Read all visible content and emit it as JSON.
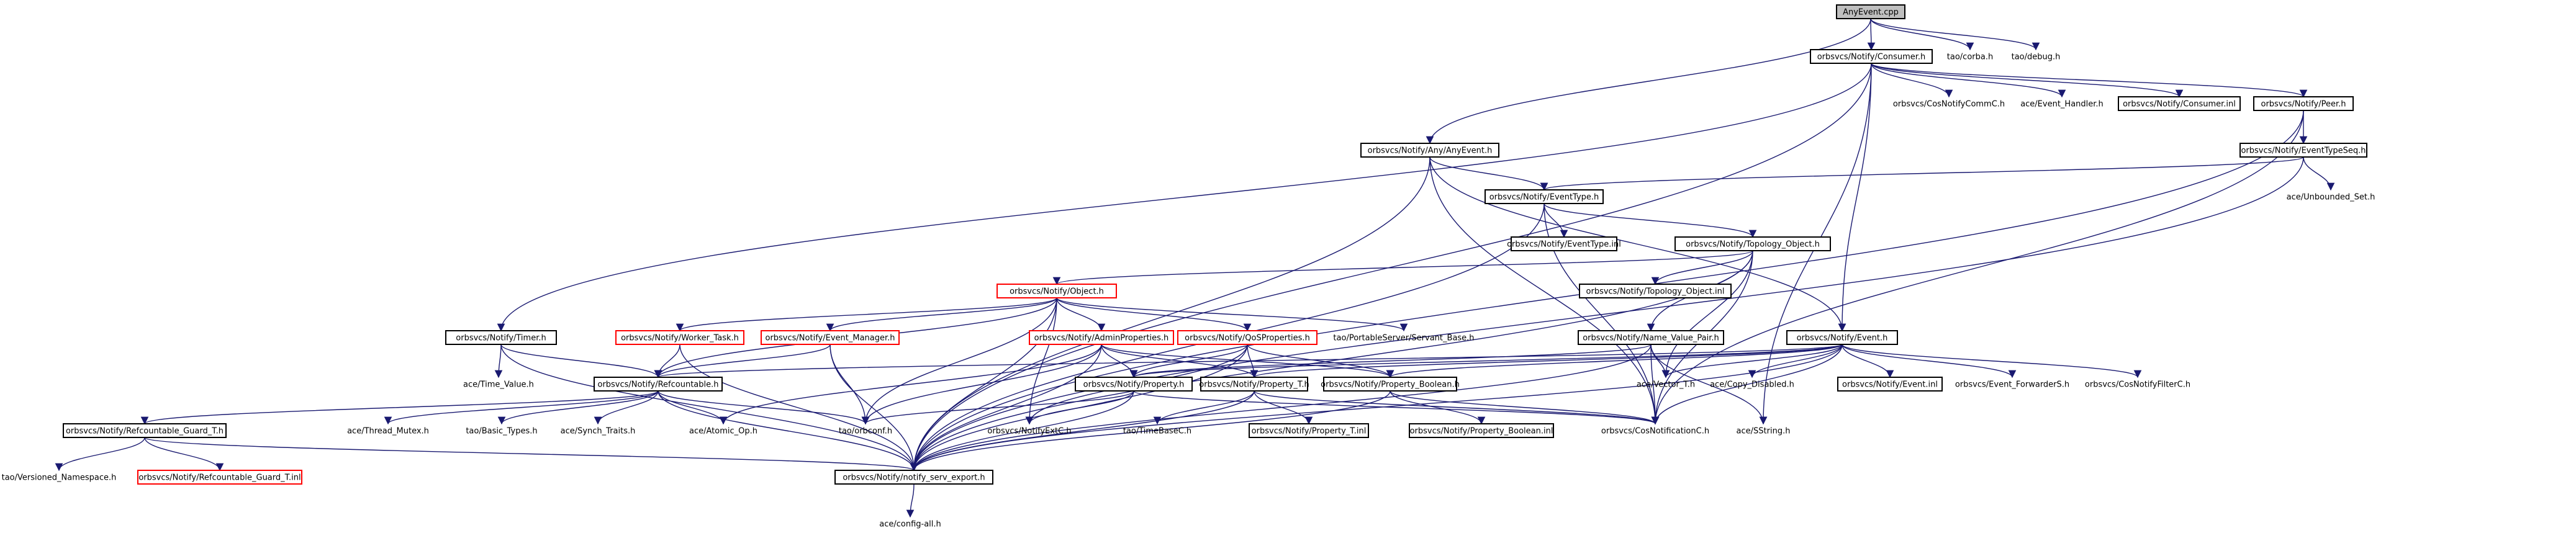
{
  "graph": {
    "colors": {
      "edge": "#191970",
      "root_fill": "#bfbfbf",
      "root_border": "#000000",
      "documented_border": "#000000",
      "incomplete_border": "#ff0000",
      "background": "#ffffff"
    },
    "nodes": [
      {
        "id": "n0",
        "label": "AnyEvent.cpp",
        "style": "root"
      },
      {
        "id": "n1",
        "label": "orbsvcs/Notify/Consumer.h",
        "style": "documented"
      },
      {
        "id": "n2",
        "label": "tao/corba.h",
        "style": "plain"
      },
      {
        "id": "n3",
        "label": "tao/debug.h",
        "style": "plain"
      },
      {
        "id": "n4",
        "label": "orbsvcs/CosNotifyCommC.h",
        "style": "plain"
      },
      {
        "id": "n5",
        "label": "ace/Event_Handler.h",
        "style": "plain"
      },
      {
        "id": "n6",
        "label": "orbsvcs/Notify/Consumer.inl",
        "style": "documented"
      },
      {
        "id": "n7",
        "label": "orbsvcs/Notify/Peer.h",
        "style": "documented"
      },
      {
        "id": "n8",
        "label": "orbsvcs/Notify/Any/AnyEvent.h",
        "style": "documented"
      },
      {
        "id": "n9",
        "label": "orbsvcs/Notify/EventTypeSeq.h",
        "style": "documented"
      },
      {
        "id": "n10",
        "label": "orbsvcs/Notify/EventType.h",
        "style": "documented"
      },
      {
        "id": "n11",
        "label": "ace/Unbounded_Set.h",
        "style": "plain"
      },
      {
        "id": "n12",
        "label": "orbsvcs/Notify/EventType.inl",
        "style": "documented"
      },
      {
        "id": "n13",
        "label": "orbsvcs/Notify/Topology_Object.h",
        "style": "documented"
      },
      {
        "id": "n14",
        "label": "orbsvcs/Notify/Topology_Object.inl",
        "style": "documented"
      },
      {
        "id": "n15",
        "label": "orbsvcs/Notify/Object.h",
        "style": "incomplete"
      },
      {
        "id": "n16",
        "label": "orbsvcs/Notify/Timer.h",
        "style": "documented"
      },
      {
        "id": "n17",
        "label": "orbsvcs/Notify/Worker_Task.h",
        "style": "incomplete"
      },
      {
        "id": "n18",
        "label": "orbsvcs/Notify/Event_Manager.h",
        "style": "incomplete"
      },
      {
        "id": "n19",
        "label": "orbsvcs/Notify/AdminProperties.h",
        "style": "incomplete"
      },
      {
        "id": "n20",
        "label": "orbsvcs/Notify/QoSProperties.h",
        "style": "incomplete"
      },
      {
        "id": "n21",
        "label": "tao/PortableServer/Servant_Base.h",
        "style": "plain"
      },
      {
        "id": "n22",
        "label": "orbsvcs/Notify/Name_Value_Pair.h",
        "style": "documented"
      },
      {
        "id": "n23",
        "label": "orbsvcs/Notify/Event.h",
        "style": "documented"
      },
      {
        "id": "n24",
        "label": "ace/Time_Value.h",
        "style": "plain"
      },
      {
        "id": "n25",
        "label": "orbsvcs/Notify/Refcountable.h",
        "style": "documented"
      },
      {
        "id": "n26",
        "label": "orbsvcs/Notify/Property.h",
        "style": "documented"
      },
      {
        "id": "n27",
        "label": "orbsvcs/Notify/Property_T.h",
        "style": "documented"
      },
      {
        "id": "n28",
        "label": "orbsvcs/Notify/Property_Boolean.h",
        "style": "documented"
      },
      {
        "id": "n29",
        "label": "ace/Vector_T.h",
        "style": "plain"
      },
      {
        "id": "n30",
        "label": "ace/Copy_Disabled.h",
        "style": "plain"
      },
      {
        "id": "n31",
        "label": "orbsvcs/Notify/Event.inl",
        "style": "documented"
      },
      {
        "id": "n32",
        "label": "orbsvcs/Event_ForwarderS.h",
        "style": "plain"
      },
      {
        "id": "n33",
        "label": "orbsvcs/CosNotifyFilterC.h",
        "style": "plain"
      },
      {
        "id": "n34",
        "label": "orbsvcs/Notify/Refcountable_Guard_T.h",
        "style": "documented"
      },
      {
        "id": "n35",
        "label": "ace/Thread_Mutex.h",
        "style": "plain"
      },
      {
        "id": "n36",
        "label": "tao/Basic_Types.h",
        "style": "plain"
      },
      {
        "id": "n37",
        "label": "ace/Synch_Traits.h",
        "style": "plain"
      },
      {
        "id": "n38",
        "label": "ace/Atomic_Op.h",
        "style": "plain"
      },
      {
        "id": "n39",
        "label": "tao/orbconf.h",
        "style": "plain"
      },
      {
        "id": "n40",
        "label": "orbsvcs/NotifyExtC.h",
        "style": "plain"
      },
      {
        "id": "n41",
        "label": "tao/TimeBaseC.h",
        "style": "plain"
      },
      {
        "id": "n42",
        "label": "orbsvcs/Notify/Property_T.inl",
        "style": "documented"
      },
      {
        "id": "n43",
        "label": "orbsvcs/Notify/Property_Boolean.inl",
        "style": "documented"
      },
      {
        "id": "n44",
        "label": "orbsvcs/CosNotificationC.h",
        "style": "plain"
      },
      {
        "id": "n45",
        "label": "ace/SString.h",
        "style": "plain"
      },
      {
        "id": "n46",
        "label": "tao/Versioned_Namespace.h",
        "style": "plain"
      },
      {
        "id": "n47",
        "label": "orbsvcs/Notify/Refcountable_Guard_T.inl",
        "style": "incomplete"
      },
      {
        "id": "n48",
        "label": "orbsvcs/Notify/notify_serv_export.h",
        "style": "documented"
      },
      {
        "id": "n49",
        "label": "ace/config-all.h",
        "style": "plain"
      }
    ],
    "edges": [
      [
        "n0",
        "n1"
      ],
      [
        "n0",
        "n2"
      ],
      [
        "n0",
        "n3"
      ],
      [
        "n0",
        "n8"
      ],
      [
        "n1",
        "n4"
      ],
      [
        "n1",
        "n5"
      ],
      [
        "n1",
        "n6"
      ],
      [
        "n1",
        "n7"
      ],
      [
        "n1",
        "n16"
      ],
      [
        "n1",
        "n23"
      ],
      [
        "n1",
        "n48"
      ],
      [
        "n1",
        "n45"
      ],
      [
        "n7",
        "n9"
      ],
      [
        "n7",
        "n48"
      ],
      [
        "n7",
        "n44"
      ],
      [
        "n8",
        "n10"
      ],
      [
        "n8",
        "n23"
      ],
      [
        "n8",
        "n48"
      ],
      [
        "n8",
        "n44"
      ],
      [
        "n9",
        "n10"
      ],
      [
        "n9",
        "n11"
      ],
      [
        "n9",
        "n48"
      ],
      [
        "n10",
        "n12"
      ],
      [
        "n10",
        "n13"
      ],
      [
        "n10",
        "n44"
      ],
      [
        "n10",
        "n48"
      ],
      [
        "n13",
        "n14"
      ],
      [
        "n13",
        "n15"
      ],
      [
        "n13",
        "n22"
      ],
      [
        "n13",
        "n29"
      ],
      [
        "n13",
        "n44"
      ],
      [
        "n13",
        "n48"
      ],
      [
        "n15",
        "n17"
      ],
      [
        "n15",
        "n18"
      ],
      [
        "n15",
        "n19"
      ],
      [
        "n15",
        "n20"
      ],
      [
        "n15",
        "n21"
      ],
      [
        "n15",
        "n25"
      ],
      [
        "n15",
        "n39"
      ],
      [
        "n15",
        "n40"
      ],
      [
        "n15",
        "n48"
      ],
      [
        "n16",
        "n24"
      ],
      [
        "n16",
        "n25"
      ],
      [
        "n16",
        "n48"
      ],
      [
        "n17",
        "n25"
      ],
      [
        "n17",
        "n48"
      ],
      [
        "n18",
        "n25"
      ],
      [
        "n18",
        "n39"
      ],
      [
        "n18",
        "n48"
      ],
      [
        "n19",
        "n26"
      ],
      [
        "n19",
        "n27"
      ],
      [
        "n19",
        "n28"
      ],
      [
        "n19",
        "n38"
      ],
      [
        "n19",
        "n39"
      ],
      [
        "n19",
        "n48"
      ],
      [
        "n20",
        "n26"
      ],
      [
        "n20",
        "n27"
      ],
      [
        "n20",
        "n28"
      ],
      [
        "n20",
        "n40"
      ],
      [
        "n20",
        "n48"
      ],
      [
        "n22",
        "n26"
      ],
      [
        "n22",
        "n29"
      ],
      [
        "n22",
        "n44"
      ],
      [
        "n22",
        "n45"
      ],
      [
        "n22",
        "n48"
      ],
      [
        "n23",
        "n25"
      ],
      [
        "n23",
        "n26"
      ],
      [
        "n23",
        "n27"
      ],
      [
        "n23",
        "n28"
      ],
      [
        "n23",
        "n29"
      ],
      [
        "n23",
        "n30"
      ],
      [
        "n23",
        "n31"
      ],
      [
        "n23",
        "n32"
      ],
      [
        "n23",
        "n33"
      ],
      [
        "n23",
        "n44"
      ],
      [
        "n23",
        "n48"
      ],
      [
        "n25",
        "n34"
      ],
      [
        "n25",
        "n35"
      ],
      [
        "n25",
        "n36"
      ],
      [
        "n25",
        "n37"
      ],
      [
        "n25",
        "n38"
      ],
      [
        "n25",
        "n39"
      ],
      [
        "n25",
        "n48"
      ],
      [
        "n26",
        "n39"
      ],
      [
        "n26",
        "n40"
      ],
      [
        "n26",
        "n44"
      ],
      [
        "n26",
        "n48"
      ],
      [
        "n27",
        "n41"
      ],
      [
        "n27",
        "n42"
      ],
      [
        "n27",
        "n44"
      ],
      [
        "n27",
        "n48"
      ],
      [
        "n28",
        "n43"
      ],
      [
        "n28",
        "n44"
      ],
      [
        "n28",
        "n48"
      ],
      [
        "n34",
        "n46"
      ],
      [
        "n34",
        "n47"
      ],
      [
        "n34",
        "n48"
      ],
      [
        "n48",
        "n49"
      ]
    ]
  }
}
